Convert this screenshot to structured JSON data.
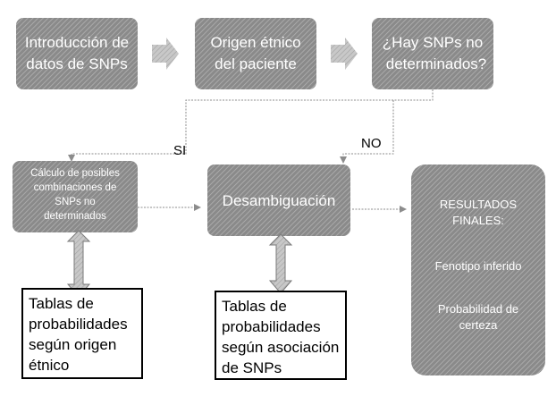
{
  "boxes": {
    "intro": [
      "Introducción de",
      "datos de SNPs"
    ],
    "origen": [
      "Origen étnico",
      "del paciente"
    ],
    "hay": [
      "¿Hay SNPs no",
      "determinados?"
    ],
    "calculo": [
      "Cálculo de posibles",
      "combinaciones de",
      "SNPs no",
      "determinados"
    ],
    "desamb": [
      "Desambiguación"
    ],
    "resultados": [
      "RESULTADOS",
      "FINALES:"
    ],
    "fenotipo": "Fenotipo inferido",
    "probabilidad": [
      "Probabilidad de",
      "certeza"
    ]
  },
  "labels": {
    "si": "SI",
    "no": "NO"
  },
  "tables": {
    "origen": [
      "Tablas de",
      "probabilidades",
      "según origen",
      "étnico"
    ],
    "asociacion": [
      "Tablas de",
      "probabilidades",
      "según asociación",
      "de SNPs"
    ]
  },
  "colors": {
    "box_fill": "#8a8a8a",
    "hatch": "#b4b4b4",
    "arrow_fill": "#b0b0b0",
    "connector": "#8c8c8c"
  }
}
